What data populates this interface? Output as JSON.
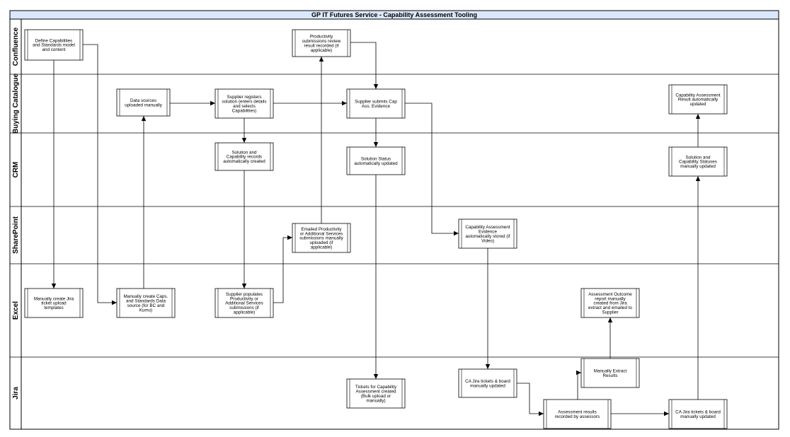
{
  "title": "GP IT Futures Service - Capability Assessment Tooling",
  "lanes": [
    {
      "id": "confluence",
      "label": "Confluence"
    },
    {
      "id": "buying",
      "label": "Buying Catalogue"
    },
    {
      "id": "crm",
      "label": "CRM"
    },
    {
      "id": "sharepoint",
      "label": "SharePoint"
    },
    {
      "id": "excel",
      "label": "Excel"
    },
    {
      "id": "jira",
      "label": "Jira"
    }
  ],
  "nodes": [
    {
      "id": "n1",
      "lines": [
        "Define Capabilities",
        "and Standards model",
        "and content"
      ]
    },
    {
      "id": "n2",
      "lines": [
        "Productivity",
        "submissions review",
        "result recorded (if",
        "applicable)"
      ]
    },
    {
      "id": "n3",
      "lines": [
        "Data sources",
        "uploaded manually"
      ]
    },
    {
      "id": "n4",
      "lines": [
        "Supplier registers",
        "solution (enters details",
        "and selects",
        "Capabilities)"
      ]
    },
    {
      "id": "n5",
      "lines": [
        "Supplier submits Cap",
        "Ass. Evidence"
      ]
    },
    {
      "id": "n6",
      "lines": [
        "Capability Assessment",
        "Result automatically",
        "updated"
      ]
    },
    {
      "id": "n7",
      "lines": [
        "Solution and",
        "Capability records",
        "automatically created"
      ]
    },
    {
      "id": "n8",
      "lines": [
        "Solution Status",
        "automatically updated"
      ]
    },
    {
      "id": "n9",
      "lines": [
        "Solution and",
        "Capability Statuses",
        "manually updated"
      ]
    },
    {
      "id": "n10",
      "lines": [
        "Emailed Productivity",
        "or Additional Services",
        "submissions manually",
        "uploaded (if",
        "applicable)"
      ]
    },
    {
      "id": "n11",
      "lines": [
        "Capability Assessment",
        "Evidence",
        "automatically stored (if",
        "Video)"
      ]
    },
    {
      "id": "n12",
      "lines": [
        "Manually create Jira",
        "ticket upload",
        "templates"
      ]
    },
    {
      "id": "n13",
      "lines": [
        "Manually create Caps.",
        "and Standards Data",
        "source (for BC and",
        "Kumu)"
      ]
    },
    {
      "id": "n14",
      "lines": [
        "Supplier populates",
        "Productivity or",
        "Additional Services",
        "submissions (if",
        "applicable)"
      ]
    },
    {
      "id": "n15",
      "lines": [
        "Assessment Outcome",
        "report manually",
        "created from Jira",
        "extract and emailed to",
        "Supplier"
      ]
    },
    {
      "id": "n16",
      "lines": [
        "Tickets for Capability",
        "Assessment created",
        "(Bulk upload or",
        "manually)"
      ]
    },
    {
      "id": "n17",
      "lines": [
        "CA Jira tickets & board",
        "manually updated"
      ]
    },
    {
      "id": "n18",
      "lines": [
        "Manually Extract",
        "Results"
      ]
    },
    {
      "id": "n19",
      "lines": [
        "Assessment results",
        "recorded by assessors"
      ]
    },
    {
      "id": "n20",
      "lines": [
        "CA Jira tickets & board",
        "manually updated"
      ]
    }
  ],
  "edges": [
    {
      "from": "n1",
      "to": "n12"
    },
    {
      "from": "n1",
      "to": "n13"
    },
    {
      "from": "n13",
      "to": "n3"
    },
    {
      "from": "n3",
      "to": "n4"
    },
    {
      "from": "n4",
      "to": "n5"
    },
    {
      "from": "n4",
      "to": "n7"
    },
    {
      "from": "n7",
      "to": "n14"
    },
    {
      "from": "n14",
      "to": "n10"
    },
    {
      "from": "n10",
      "to": "n2"
    },
    {
      "from": "n2",
      "to": "n5"
    },
    {
      "from": "n5",
      "to": "n8"
    },
    {
      "from": "n5",
      "to": "n11"
    },
    {
      "from": "n8",
      "to": "n16"
    },
    {
      "from": "n11",
      "to": "n17"
    },
    {
      "from": "n17",
      "to": "n19"
    },
    {
      "from": "n19",
      "to": "n18"
    },
    {
      "from": "n18",
      "to": "n15"
    },
    {
      "from": "n19",
      "to": "n20"
    },
    {
      "from": "n20",
      "to": "n9"
    },
    {
      "from": "n9",
      "to": "n6"
    }
  ],
  "colors": {
    "header_fill": "#dae8fc",
    "header_stroke": "#6c8ebf",
    "line": "#000000",
    "box_fill": "#ffffff"
  }
}
